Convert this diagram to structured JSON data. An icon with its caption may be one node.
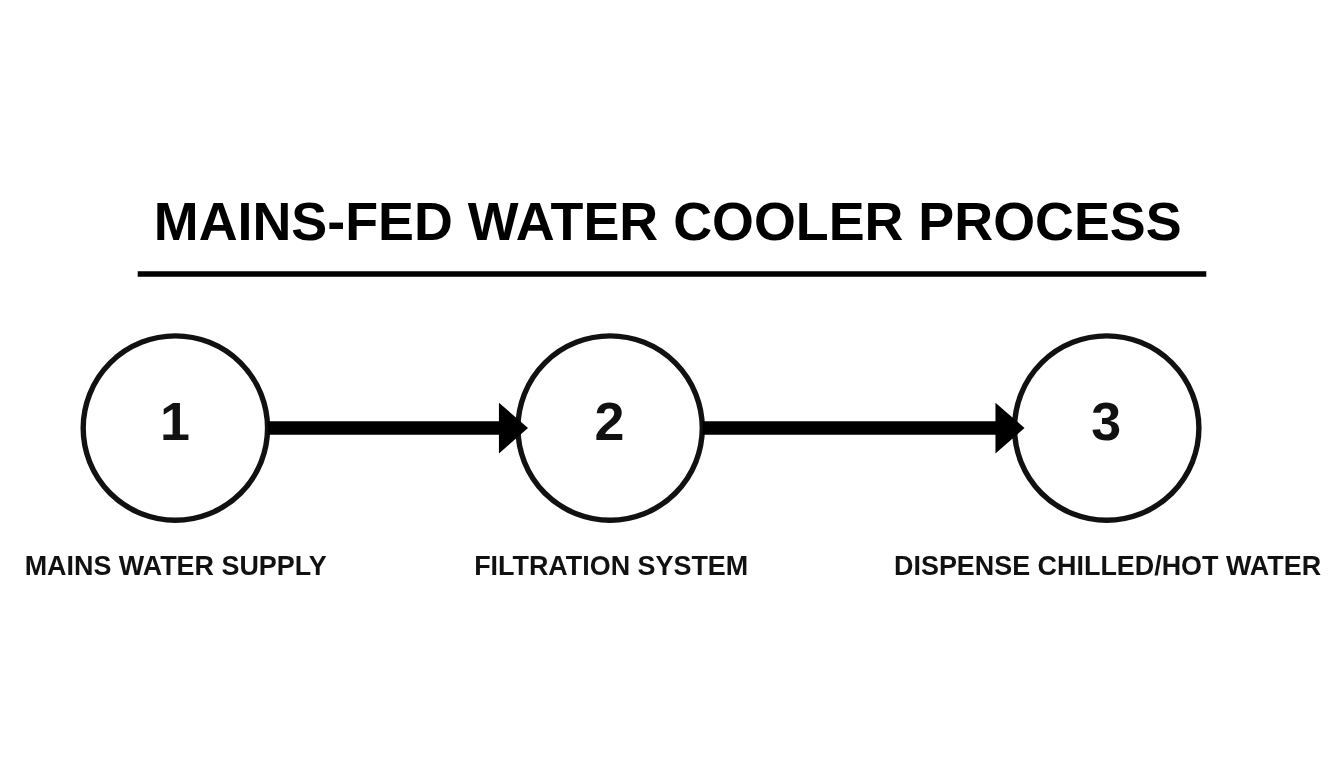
{
  "diagram": {
    "title": "MAINS-FED WATER COOLER PROCESS",
    "nodes": [
      {
        "text": [
          "1"
        ],
        "beside": [
          "MAINS WATER SUPPLY"
        ]
      },
      {
        "text": [
          "2"
        ],
        "beside": [
          "FILTRATION SYSTEM"
        ]
      },
      {
        "text": [
          "3"
        ],
        "beside": [
          "DISPENSE CHILLED/HOT WATER"
        ]
      }
    ],
    "edges": [
      {
        "from": 0,
        "to": 1,
        "arrow": "to"
      },
      {
        "from": 1,
        "to": 2,
        "arrow": "to"
      }
    ]
  }
}
